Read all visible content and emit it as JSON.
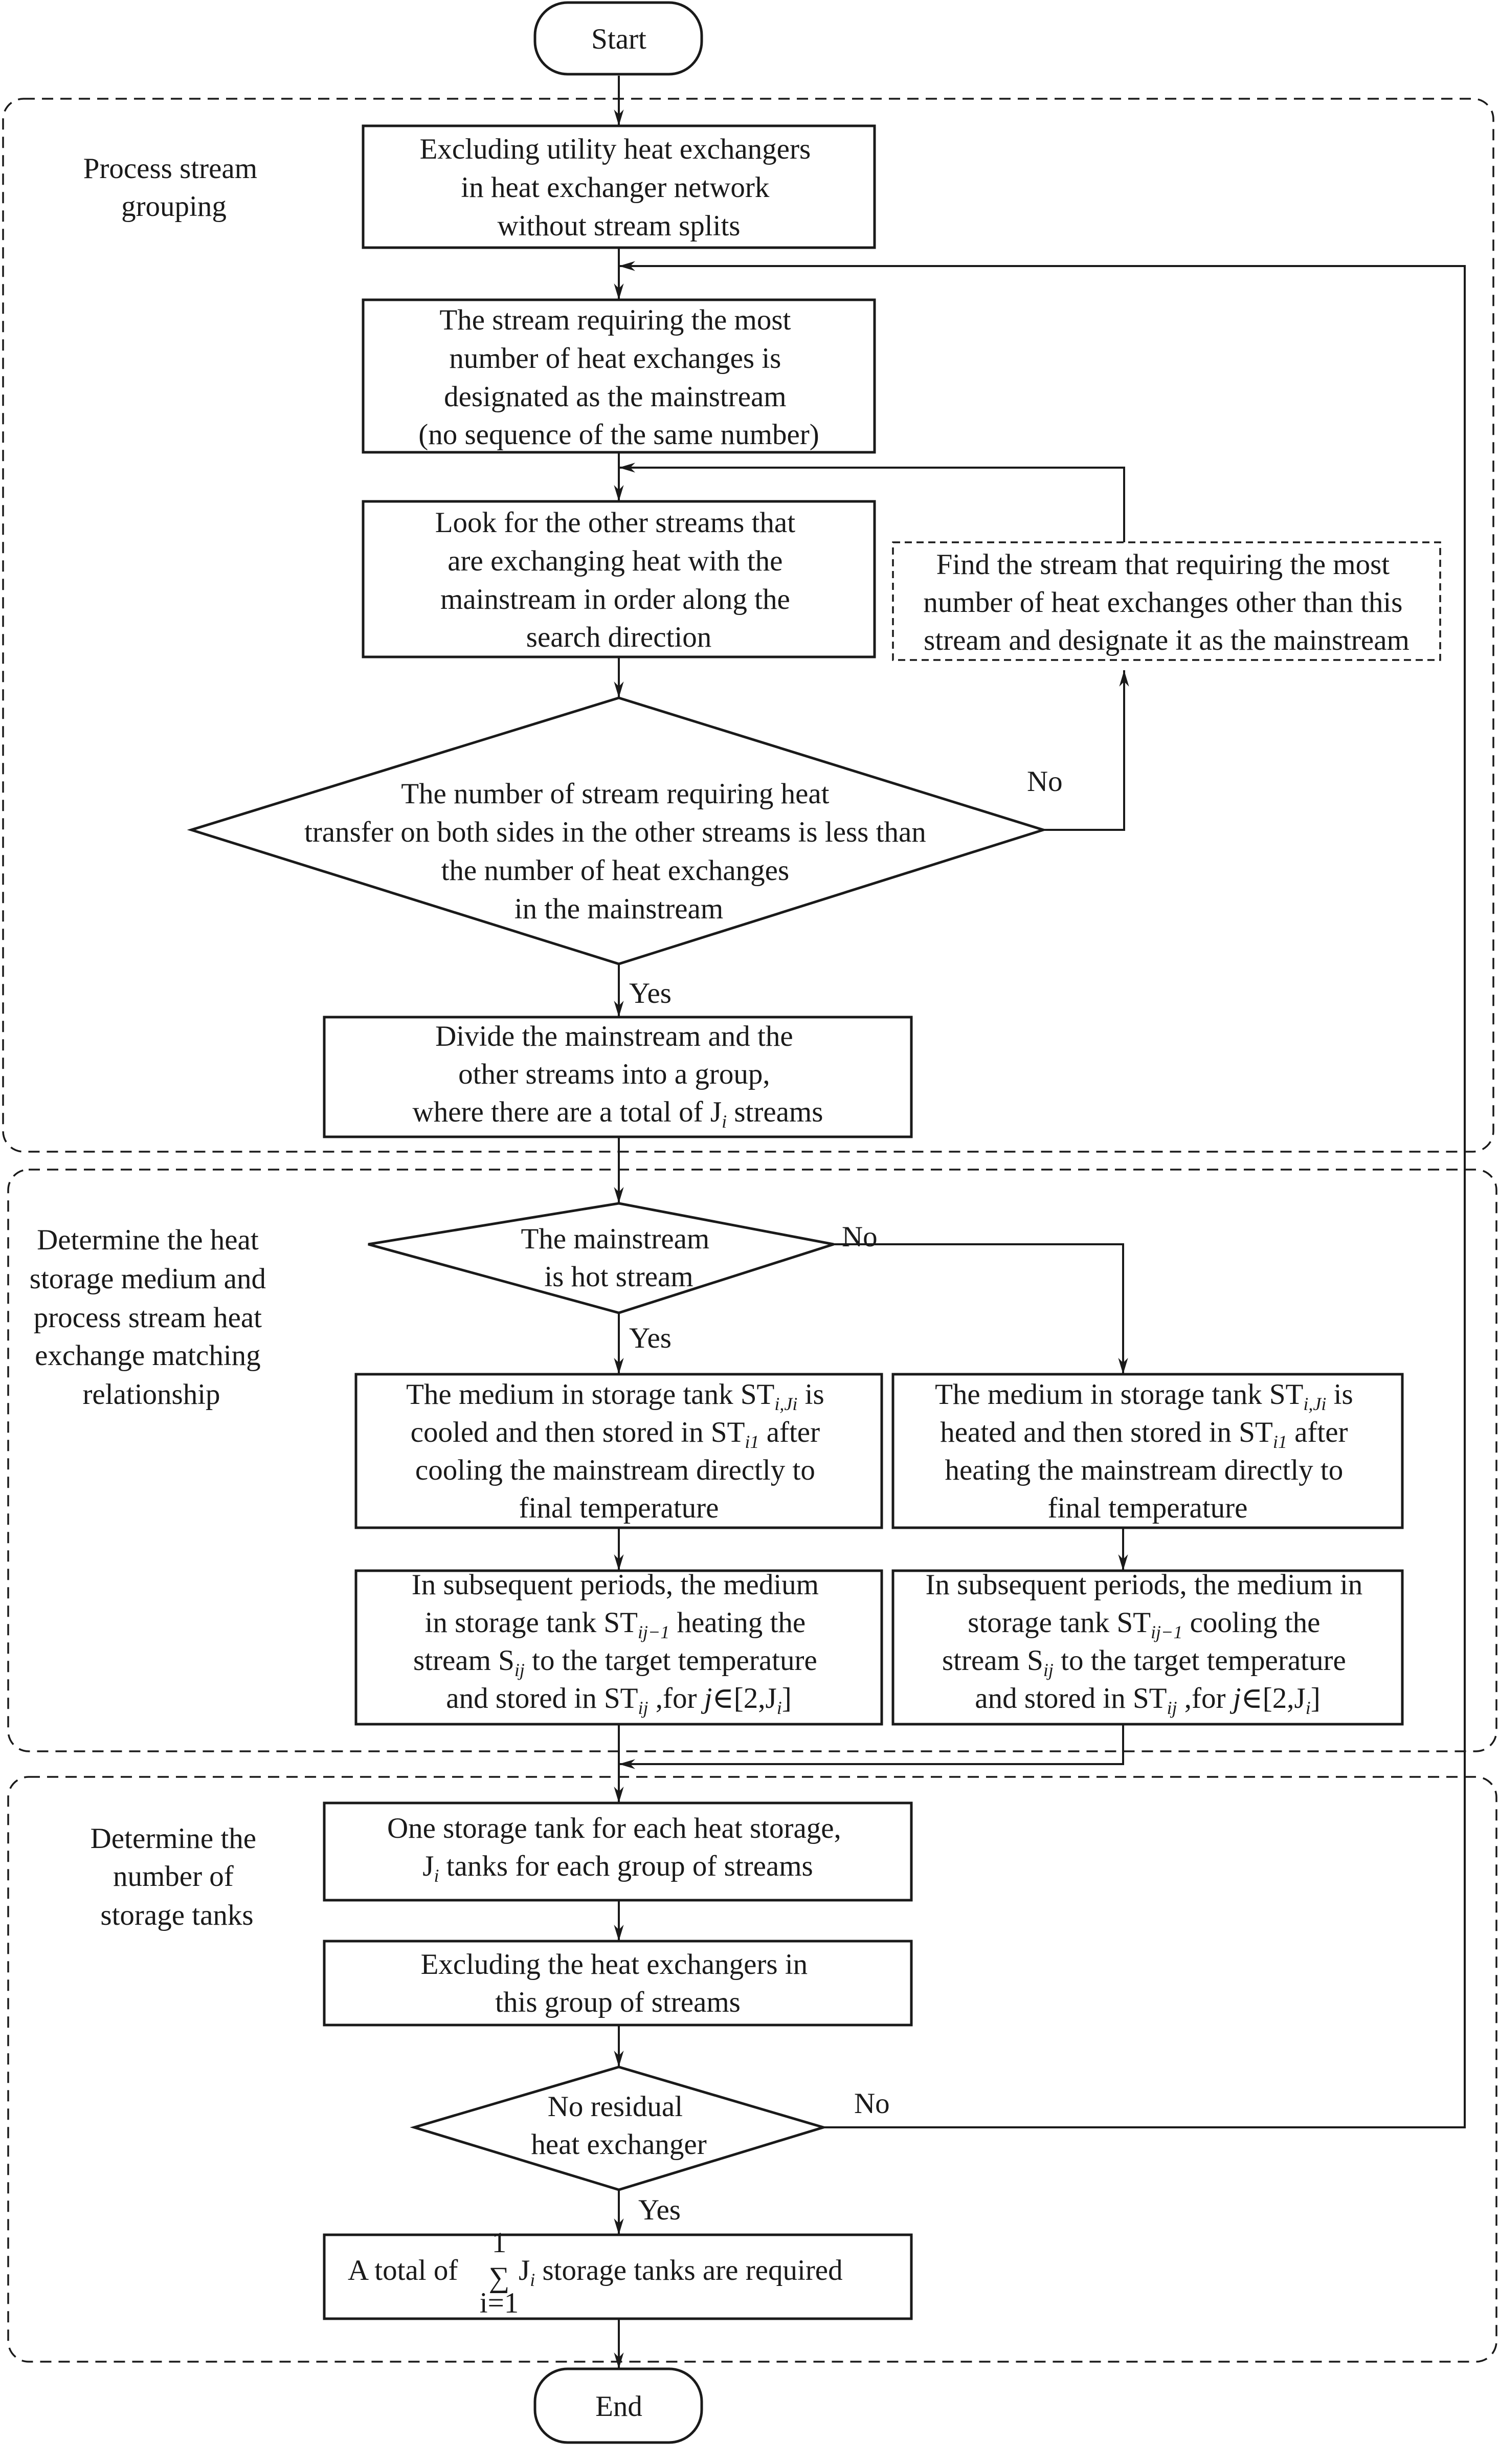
{
  "regions": [
    {
      "id": "grouping",
      "label": [
        "Process stream",
        "grouping"
      ]
    },
    {
      "id": "matching",
      "label": [
        "Determine the heat",
        "storage medium and",
        "process stream heat",
        "exchange matching",
        "relationship"
      ]
    },
    {
      "id": "tanks",
      "label": [
        "Determine the",
        "number of",
        "storage tanks"
      ]
    }
  ],
  "nodes": {
    "start": {
      "text": [
        "Start"
      ]
    },
    "n1": {
      "text": [
        "Excluding utility heat exchangers",
        "in heat exchanger network",
        "without stream splits"
      ]
    },
    "n2": {
      "text": [
        "The stream requiring the most",
        "number of heat exchanges is",
        "designated as the mainstream",
        "(no sequence of the same number)"
      ]
    },
    "n3": {
      "text": [
        "Look for the other streams that",
        "are exchanging heat with the",
        "mainstream in order along the",
        "search direction"
      ]
    },
    "n4": {
      "text": [
        "Find the stream that requiring the most",
        "number of heat exchanges other than this",
        "stream and designate it as the mainstream"
      ]
    },
    "d1": {
      "text": [
        "The number of stream requiring heat",
        "transfer on both sides in the other streams is less than",
        "the number of heat exchanges",
        "in the mainstream"
      ]
    },
    "n5": {
      "text": [
        "Divide the mainstream and the",
        "other streams into a group,"
      ],
      "line3_pre": "where there are a total of J",
      "line3_sub": "i",
      "line3_post": " streams"
    },
    "d2": {
      "text": [
        "The mainstream",
        "is hot stream"
      ]
    },
    "n6": {
      "l1_pre": "The medium in storage tank ST",
      "l1_sub": "i,Ji",
      "l1_post": " is",
      "l2_pre": "cooled and then stored in ST",
      "l2_sub": "i1",
      "l2_post": " after",
      "l3": "cooling the mainstream directly to",
      "l4": "final temperature"
    },
    "n7": {
      "l1_pre": "The medium in storage tank ST",
      "l1_sub": "i,Ji",
      "l1_post": " is",
      "l2_pre": "heated and then stored in ST",
      "l2_sub": "i1",
      "l2_post": " after",
      "l3": "heating the mainstream directly to",
      "l4": "final temperature"
    },
    "n8": {
      "l1": "In subsequent periods, the medium",
      "l2_pre": "in storage tank ST",
      "l2_sub": "ij−1",
      "l2_post": " heating the",
      "l3_pre": "stream S",
      "l3_sub": "ij",
      "l3_post": "  to the target temperature",
      "l4_pre": "and stored in ST",
      "l4_sub": "ij",
      "l4_mid": " ,for ",
      "l4_j": "j",
      "l4_in": "∈[2,J",
      "l4_sub2": "i",
      "l4_end": "]"
    },
    "n9": {
      "l1": "In subsequent periods, the medium in",
      "l2_pre": "storage tank ST",
      "l2_sub": "ij−1",
      "l2_post": " cooling the",
      "l3_pre": "stream S",
      "l3_sub": "ij",
      "l3_post": "  to the target temperature",
      "l4_pre": "and stored in ST",
      "l4_sub": "ij",
      "l4_mid": " ,for ",
      "l4_j": "j",
      "l4_in": "∈[2,J",
      "l4_sub2": "i",
      "l4_end": "]"
    },
    "n10": {
      "l1": "One storage tank for each heat storage,",
      "l2_pre": "J",
      "l2_sub": "i",
      "l2_post": " tanks for each group of streams"
    },
    "n11": {
      "text": [
        "Excluding the heat exchangers in",
        "this group of streams"
      ]
    },
    "d3": {
      "text": [
        "No residual",
        "heat exchanger"
      ]
    },
    "n12": {
      "pre": "A total of ",
      "sum_top": "1",
      "sum_sym": "∑",
      "sum_bottom": "i=1",
      "j": "J",
      "j_sub": "i",
      "post": "  storage tanks are required"
    },
    "end": {
      "text": [
        "End"
      ]
    }
  },
  "edge_labels": {
    "d1_no": "No",
    "d1_yes": "Yes",
    "d2_no": "No",
    "d2_yes": "Yes",
    "d3_no": "No",
    "d3_yes": "Yes"
  }
}
